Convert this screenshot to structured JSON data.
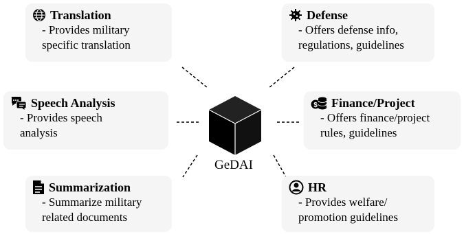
{
  "center": {
    "label": "GeDAI"
  },
  "services": {
    "translation": {
      "title": "Translation",
      "desc": "- Provides military\nspecific translation",
      "icon": "globe-icon"
    },
    "defense": {
      "title": "Defense",
      "desc": "- Offers defense info,\nregulations, guidelines",
      "icon": "virus-icon"
    },
    "speech": {
      "title": "Speech Analysis",
      "desc": "- Provides speech\nanalysis",
      "icon": "speech-chat-icon"
    },
    "finance": {
      "title": "Finance/Project",
      "desc": "- Offers finance/project\nrules, guidelines",
      "icon": "money-coins-icon"
    },
    "summarization": {
      "title": "Summarization",
      "desc": "- Summarize military\nrelated documents",
      "icon": "document-icon"
    },
    "hr": {
      "title": "HR",
      "desc": "- Provides welfare/\npromotion guidelines",
      "icon": "user-circle-icon"
    }
  }
}
